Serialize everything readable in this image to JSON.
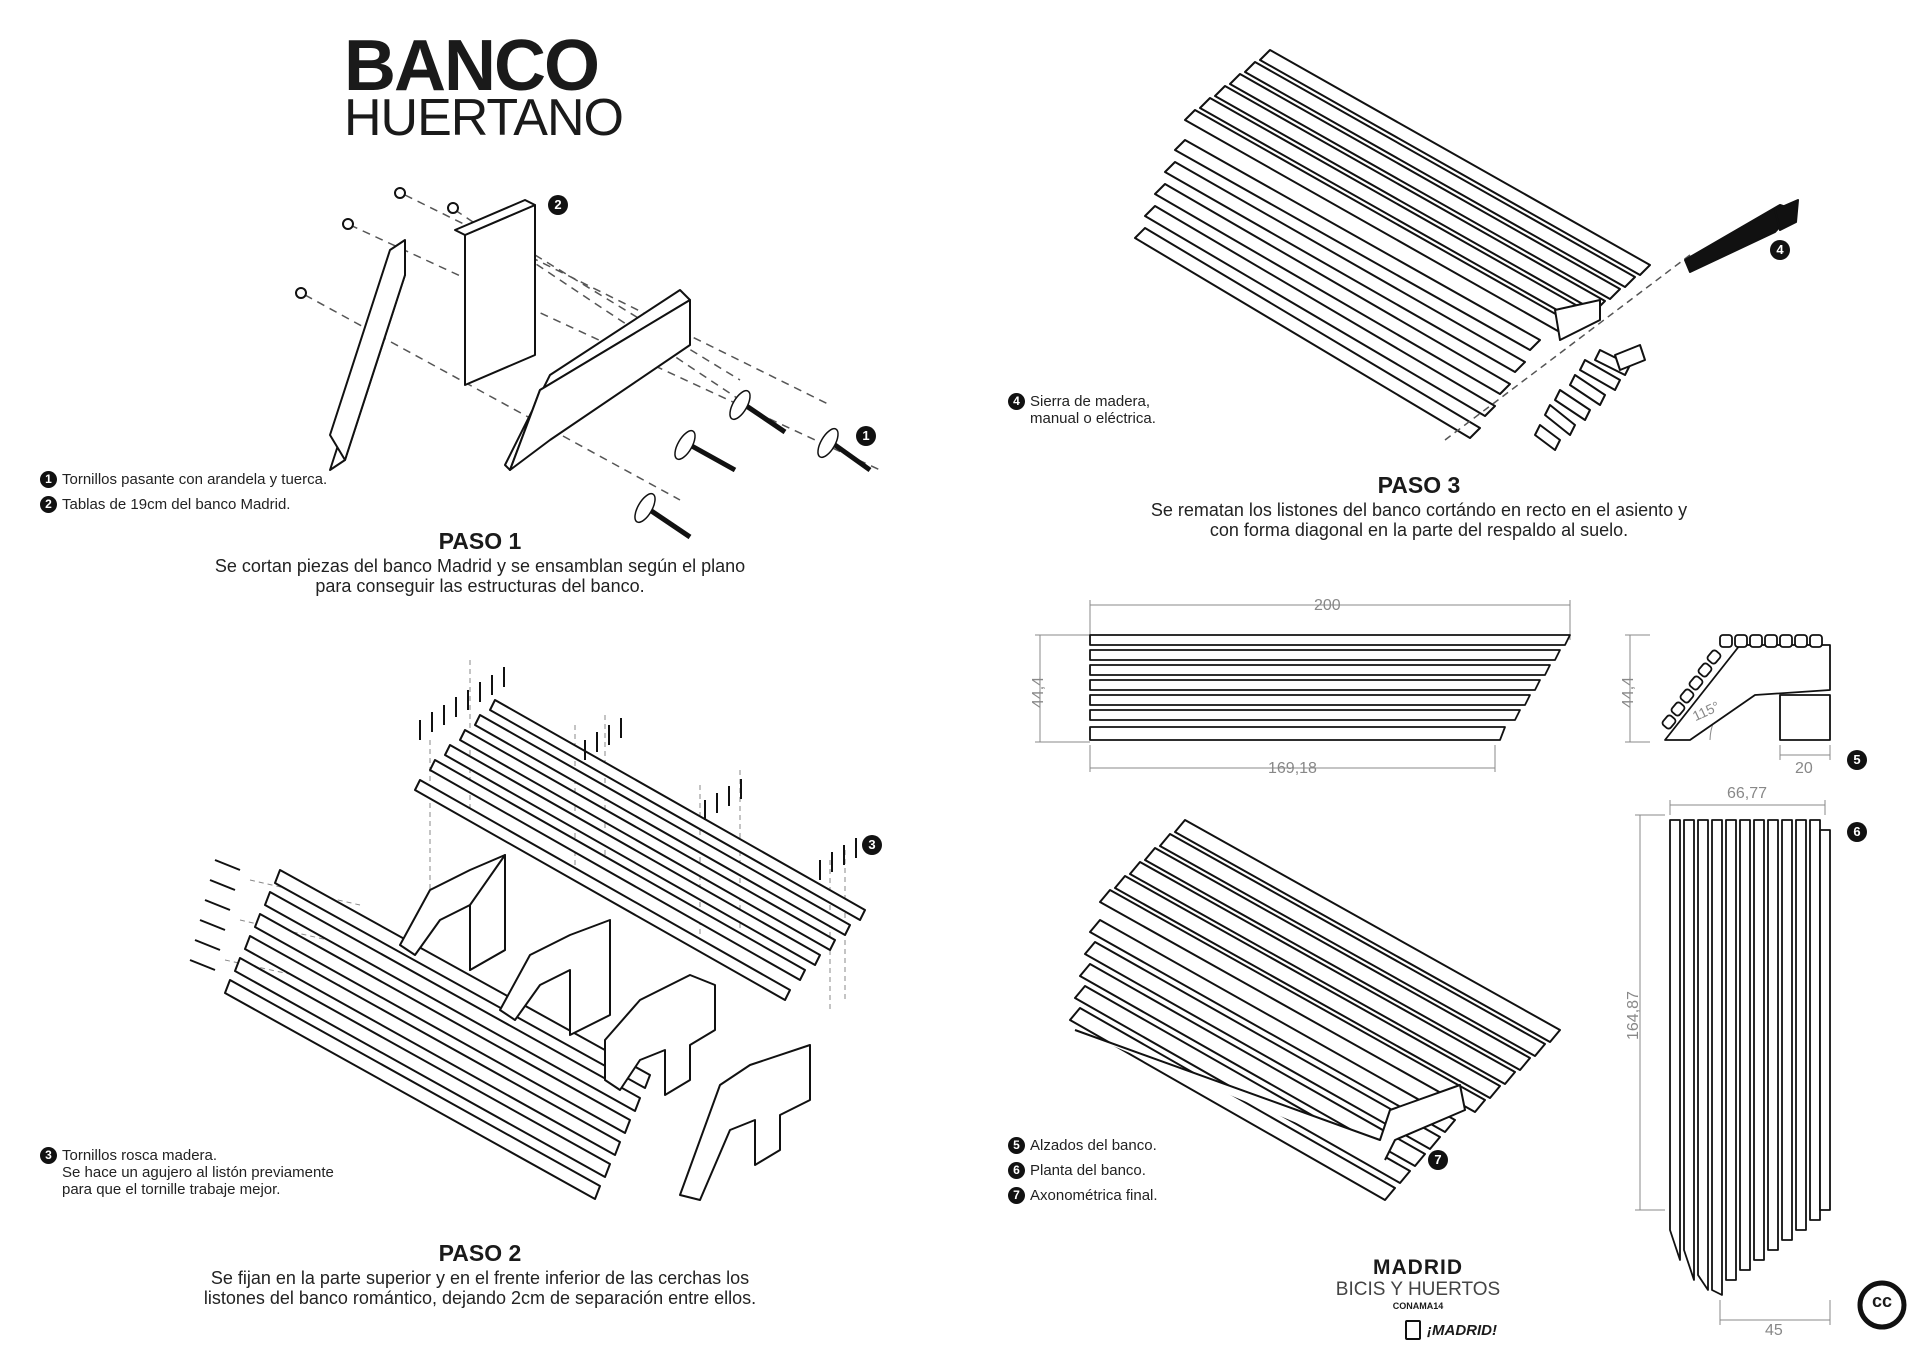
{
  "title": {
    "line1": "BANCO",
    "line2": "HUERTANO"
  },
  "markers": {
    "m1": "1",
    "m2": "2",
    "m3": "3",
    "m4": "4",
    "m5": "5",
    "m6": "6",
    "m7": "7"
  },
  "paso1": {
    "title": "PASO 1",
    "desc1": "Se cortan piezas del banco Madrid y se ensamblan según el plano",
    "desc2": "para conseguir las estructuras del banco.",
    "notes": [
      {
        "num": "1",
        "text": "Tornillos pasante con arandela y tuerca."
      },
      {
        "num": "2",
        "text": "Tablas de 19cm del banco Madrid."
      }
    ]
  },
  "paso2": {
    "title": "PASO 2",
    "desc1": "Se fijan en la parte superior y en el frente inferior de las cerchas los",
    "desc2": "listones del banco romántico, dejando 2cm de separación entre ellos.",
    "note": {
      "num": "3",
      "line1": "Tornillos rosca madera.",
      "line2": "Se hace un agujero al listón previamente",
      "line3": "para que el tornille trabaje mejor."
    }
  },
  "paso3": {
    "title": "PASO 3",
    "desc1": "Se rematan los listones del banco cortándo en recto en el asiento y",
    "desc2": "con forma diagonal en la parte del respaldo al suelo.",
    "note": {
      "num": "4",
      "line1": "Sierra de madera,",
      "line2": "manual o eléctrica."
    }
  },
  "legend": [
    {
      "num": "5",
      "text": "Alzados del banco."
    },
    {
      "num": "6",
      "text": "Planta del banco."
    },
    {
      "num": "7",
      "text": "Axonométrica final."
    }
  ],
  "dimensions": {
    "front_width": "200",
    "front_height": "44,4",
    "front_bottom": "169,18",
    "side_height": "44,4",
    "side_angle": "115°",
    "side_base": "20",
    "plan_top": "66,77",
    "plan_length": "164,87",
    "plan_bottom": "45"
  },
  "footer": {
    "madrid": "MADRID",
    "sub": "BICIS Y HUERTOS",
    "conama": "CONAMA14",
    "city": "¡MADRID!",
    "cc": "cc"
  }
}
